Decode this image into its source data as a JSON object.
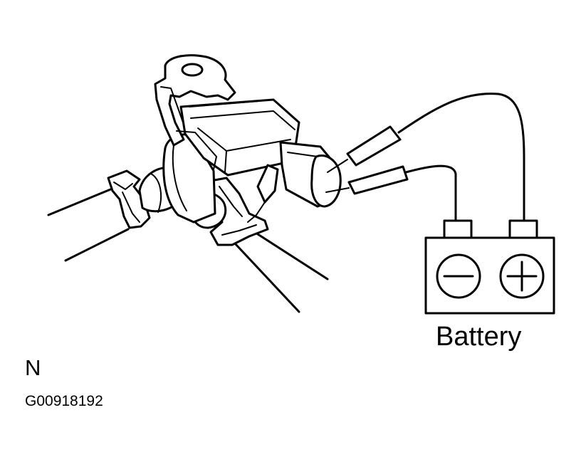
{
  "labels": {
    "battery": "Battery",
    "view": "N",
    "figure_code": "G00918192"
  },
  "battery": {
    "negative_symbol": "−",
    "positive_symbol": "+"
  },
  "colors": {
    "ink": "#000000",
    "background": "#ffffff"
  }
}
